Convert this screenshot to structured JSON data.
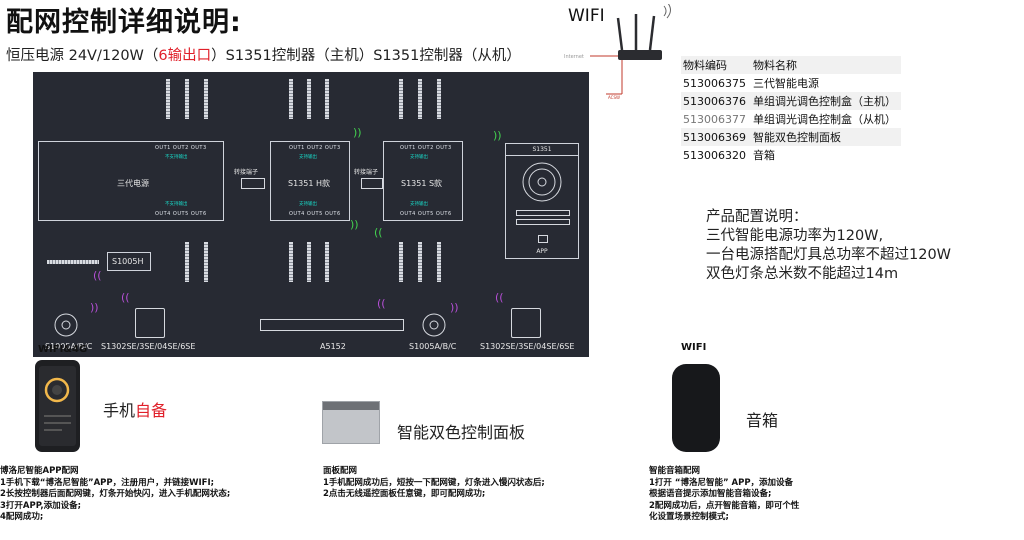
{
  "title": "配网控制详细说明:",
  "subtitle": {
    "before": "恒压电源 24V/120W（",
    "highlight": "6输出口",
    "after": "）S1351控制器（主机）S1351控制器（从机）"
  },
  "router": {
    "label": "WIFI",
    "small_label": "Internet",
    "cable_label": "ACSW"
  },
  "diagram": {
    "power_supply": {
      "label": "三代电源",
      "top_ports": "OUT1 OUT2 OUT3",
      "bottom_ports": "OUT4 OUT5 OUT6",
      "top_note": "不支持输出",
      "bottom_note": "不支持输出"
    },
    "adapter_label": "转接端子",
    "adapter_label_2": "转接端子",
    "controller_main": {
      "label": "S1351 H款",
      "top_ports": "OUT1 OUT2 OUT3",
      "bottom_ports": "OUT4 OUT5 OUT6",
      "top_note": "支持输出",
      "bottom_note": "支持输出"
    },
    "controller_slave": {
      "label": "S1351 S款",
      "top_ports": "OUT1 OUT2 OUT3",
      "bottom_ports": "OUT4 OUT5 OUT6",
      "top_note": "支持输出",
      "bottom_note": "支持输出"
    },
    "app_device": {
      "label": "S1351",
      "app_label": "APP"
    },
    "s1005h": "S1005H",
    "bottom_labels": {
      "left_knob": "S1005A/B/C",
      "left_switch": "S1302SE/3SE/04SE/6SE",
      "center_bar": "A5152",
      "right_knob": "S1005A/B/C",
      "right_switch": "S1302SE/3SE/04SE/6SE"
    }
  },
  "material_table": {
    "headers": [
      "物料编码",
      "物料名称"
    ],
    "rows": [
      [
        "513006375",
        "三代智能电源"
      ],
      [
        "513006376",
        "单组调光调色控制盒（主机）"
      ],
      [
        "513006377",
        "单组调光调色控制盒（从机）"
      ],
      [
        "513006369",
        "智能双色控制面板"
      ],
      [
        "513006320",
        "音箱"
      ]
    ]
  },
  "config": {
    "lines": [
      "产品配置说明：",
      "三代智能电源功率为120W,",
      "一台电源搭配灯具总功率不超过120W",
      "双色灯条总米数不能超过14m"
    ]
  },
  "bottom": {
    "wifi4g": "WIFI&4G",
    "phone_label_before": "手机",
    "phone_label_red": "自备",
    "panel_label": "智能双色控制面板",
    "wifi": "WIFI",
    "speaker_label": "音箱"
  },
  "instructions": {
    "app": [
      "博洛尼智能APP配网",
      "1手机下载“博洛尼智能”APP，注册用户，并链接WIFI;",
      "2长按控制器后面配网键，灯条开始快闪，进入手机配网状态;",
      "3打开APP,添加设备;",
      "4配网成功;"
    ],
    "panel": [
      "面板配网",
      "1手机配网成功后，短按一下配网键，灯条进入慢闪状态后;",
      "2点击无线遥控面板任意键，即可配网成功;"
    ],
    "speaker": [
      "智能音箱配网",
      "1打开 “博洛尼智能” APP，添加设备",
      "根据语音提示添加智能音箱设备;",
      "2配网成功后，点开智能音箱，即可个性",
      "化设置场景控制模式;"
    ]
  },
  "colors": {
    "diagram_bg": "#272a33",
    "highlight_red": "#e0202a",
    "signal_purple": "#b54fd6",
    "signal_green": "#43d14f",
    "status_cyan": "#19d9c8"
  }
}
